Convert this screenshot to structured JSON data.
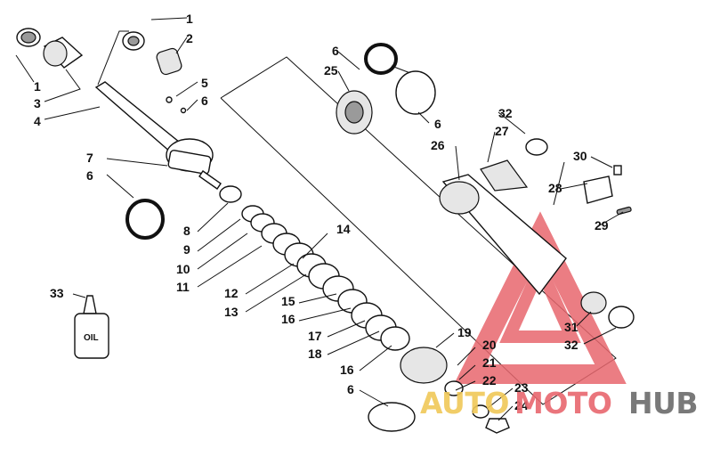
{
  "diagram": {
    "callouts": [
      "1",
      "2",
      "1",
      "3",
      "4",
      "5",
      "6",
      "7",
      "6",
      "8",
      "9",
      "10",
      "11",
      "12",
      "13",
      "14",
      "15",
      "16",
      "17",
      "18",
      "16",
      "6",
      "6",
      "25",
      "6",
      "26",
      "32",
      "27",
      "30",
      "28",
      "29",
      "31",
      "32",
      "33",
      "19",
      "20",
      "21",
      "22",
      "23",
      "24"
    ],
    "oil_label": "OIL",
    "watermark": {
      "part1": "AUTO",
      "part2": "MOTO",
      "part3": "HUB"
    },
    "colors": {
      "watermark_red": "#e8676e",
      "watermark_gold": "#f0c858",
      "watermark_gray": "#6b6b6b",
      "line": "#111111"
    }
  }
}
